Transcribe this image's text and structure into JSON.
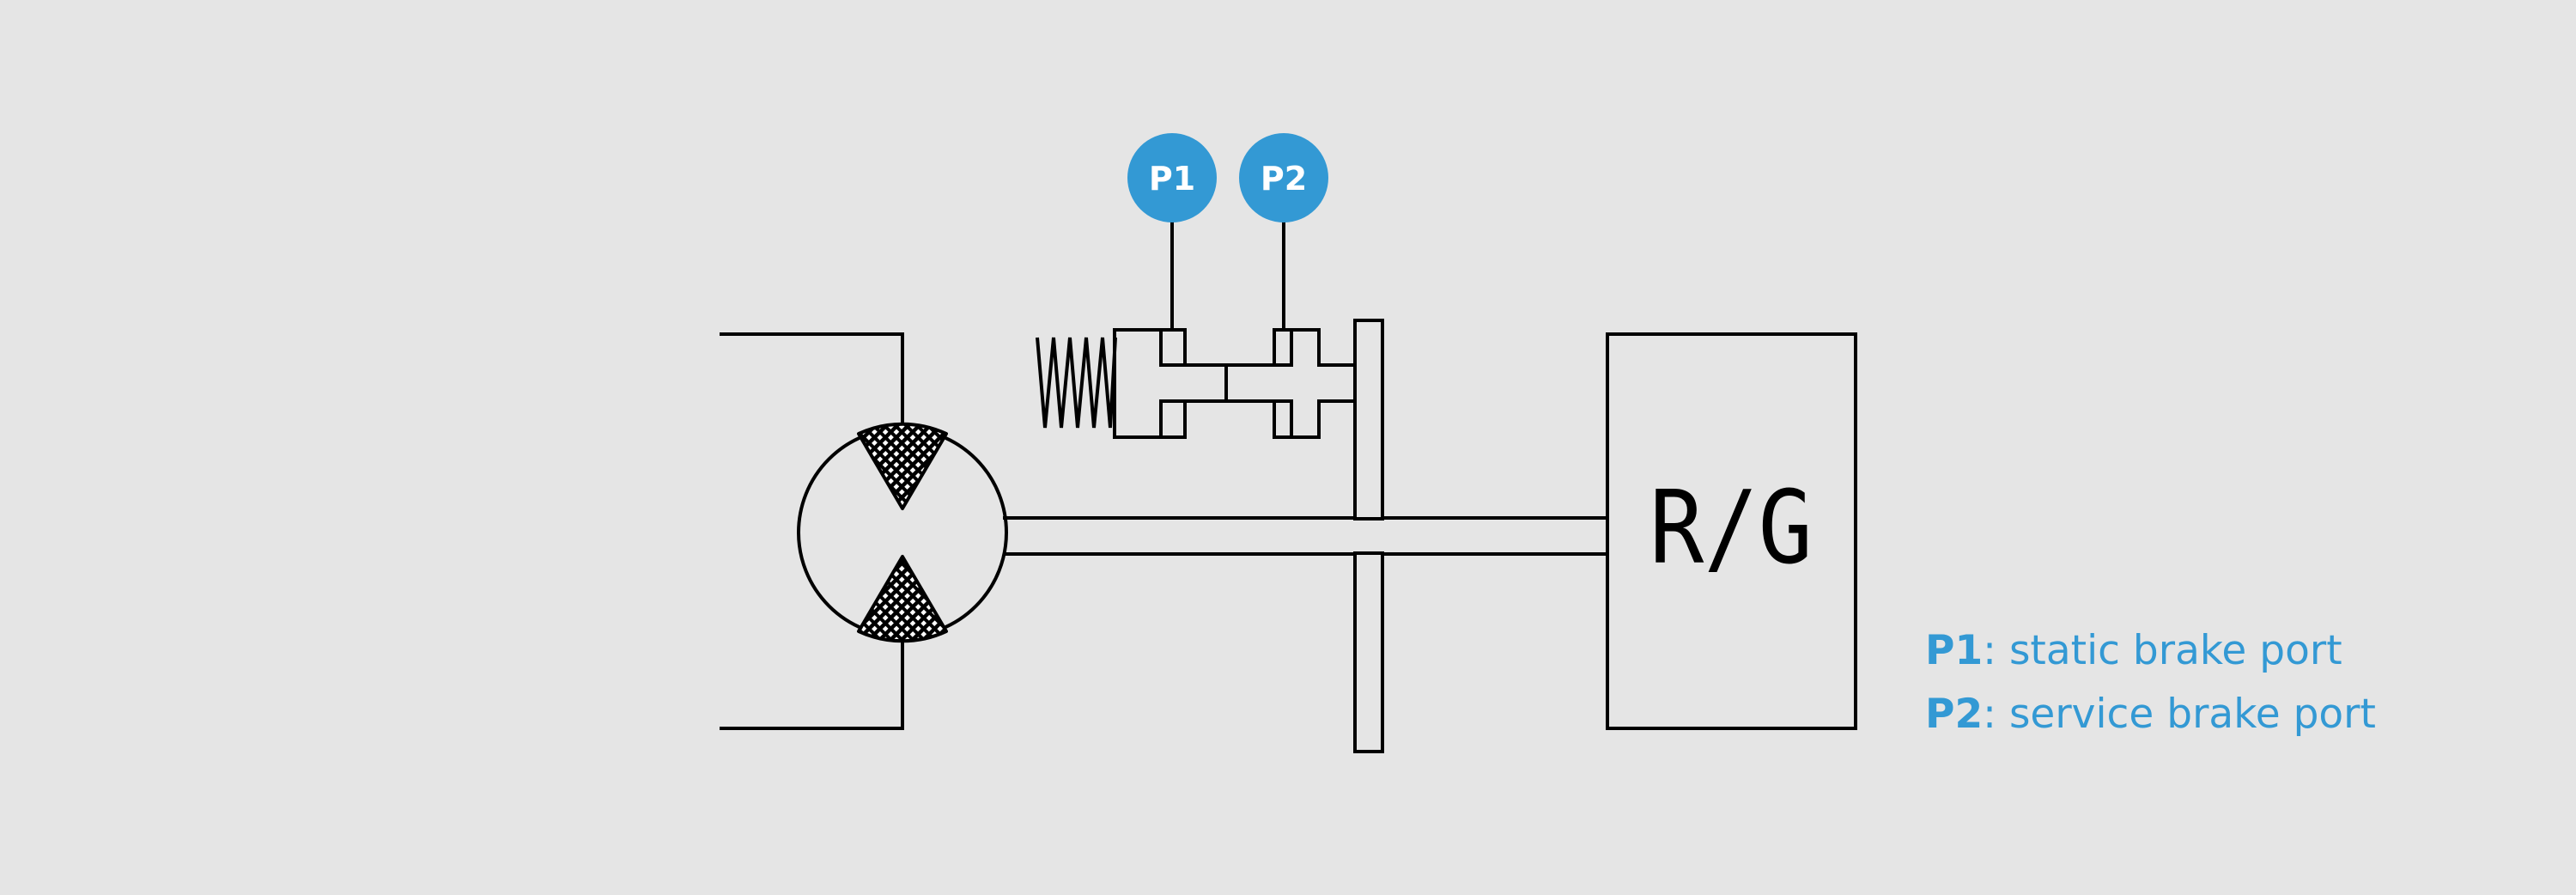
{
  "ports": {
    "p1": {
      "label": "P1",
      "description": "static brake port"
    },
    "p2": {
      "label": "P2",
      "description": "service brake port"
    }
  },
  "reduction_gear": {
    "label": "R/G"
  },
  "colors": {
    "accent": "#3399d4",
    "background": "#e5e5e5",
    "line": "#000000"
  }
}
